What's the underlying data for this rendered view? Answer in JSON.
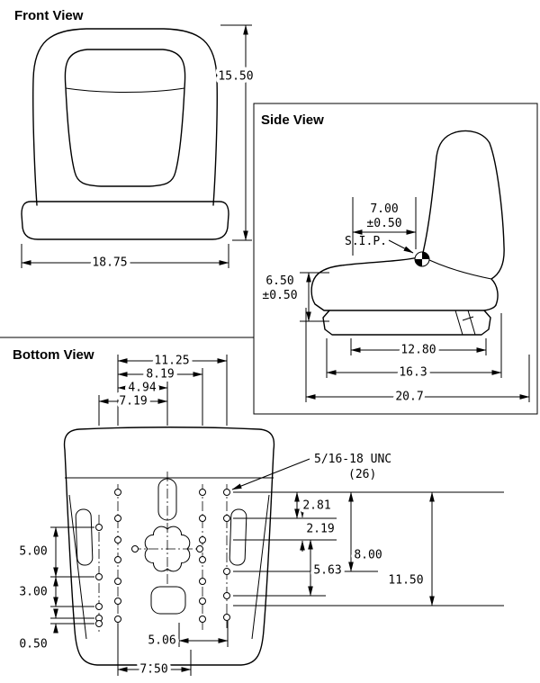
{
  "drawing": {
    "front_view": {
      "title": "Front View",
      "height_dim": "15.50",
      "width_dim": "18.75"
    },
    "side_view": {
      "title": "Side View",
      "sip_setback_dim": "7.00",
      "sip_setback_tol": "±0.50",
      "sip_label": "S.I.P.",
      "seat_height_dim": "6.50",
      "seat_height_tol": "±0.50",
      "base_length_dim": "12.80",
      "cushion_length_dim": "16.3",
      "overall_length_dim": "20.7"
    },
    "bottom_view": {
      "title": "Bottom View",
      "top_dims": [
        "11.25",
        "8.19",
        "4.94",
        "7.19"
      ],
      "thread_callout": {
        "line1": "5/16-18 UNC",
        "line2": "(26)"
      },
      "right_dims": [
        "2.81",
        "2.19",
        "8.00",
        "5.63",
        "11.50"
      ],
      "left_dims": [
        "5.00",
        "3.00",
        "0.50"
      ],
      "bottom_dims": [
        "5.06",
        "7.50"
      ]
    },
    "colors": {
      "line": "#000000",
      "background": "#ffffff"
    }
  }
}
